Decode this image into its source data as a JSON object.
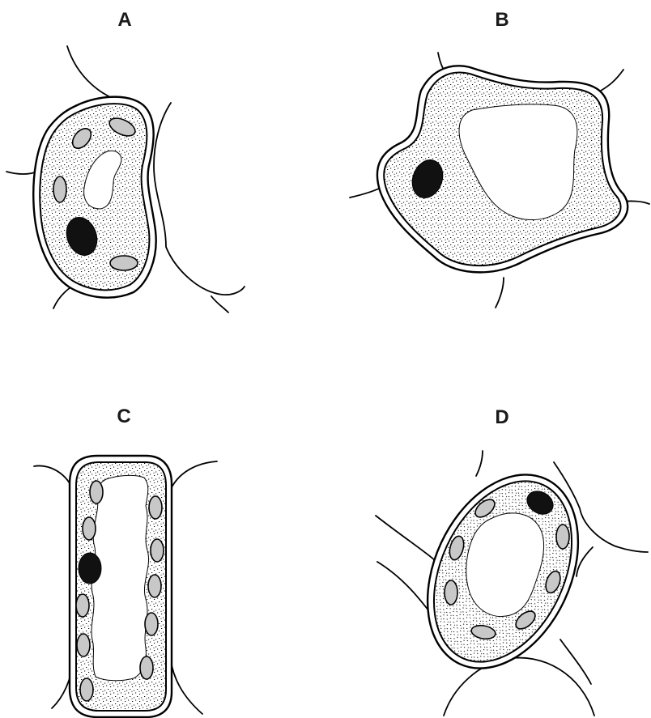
{
  "panels": [
    {
      "id": "A",
      "label": "A"
    },
    {
      "id": "B",
      "label": "B"
    },
    {
      "id": "C",
      "label": "C"
    },
    {
      "id": "D",
      "label": "D"
    }
  ],
  "colors": {
    "outline": "#000000",
    "chloroplast": "#c8c8c8",
    "nucleus": "#111111",
    "cytoplasm_stipple": "#000000",
    "background": "#ffffff"
  }
}
